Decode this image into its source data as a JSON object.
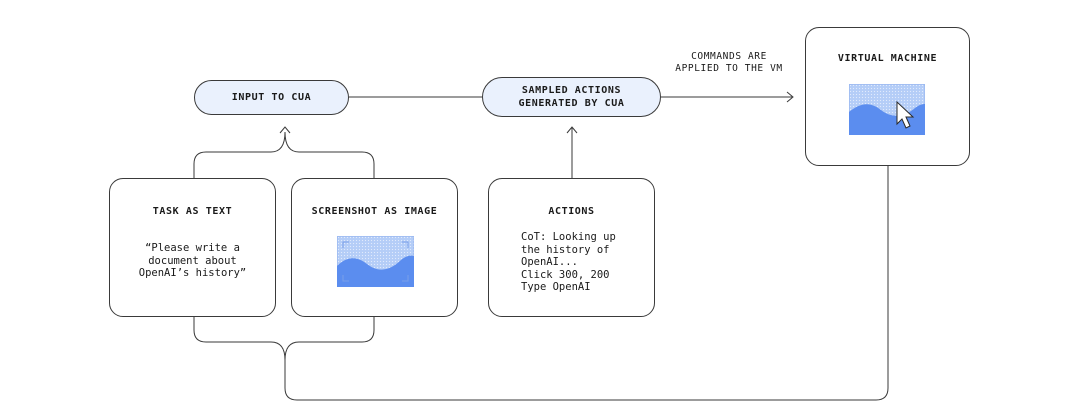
{
  "nodes": {
    "input": {
      "label": "INPUT TO CUA"
    },
    "sampled": {
      "label_line1": "SAMPLED ACTIONS",
      "label_line2": "GENERATED BY CUA"
    },
    "vm": {
      "title": "VIRTUAL MACHINE"
    },
    "task": {
      "title": "TASK AS TEXT",
      "body": "“Please write a\ndocument about\nOpenAI’s history”"
    },
    "screenshot": {
      "title": "SCREENSHOT AS IMAGE"
    },
    "actions": {
      "title": "ACTIONS",
      "body": "CoT: Looking up\nthe history of\nOpenAI...\nClick 300, 200\nType OpenAI"
    }
  },
  "edges": {
    "commands_label_line1": "COMMANDS ARE",
    "commands_label_line2": "APPLIED TO THE VM"
  },
  "colors": {
    "pill_fill": "#eaf1fd",
    "image_fill": "#a9c4f5",
    "image_wave": "#5b8def",
    "stroke": "#3a3a3a"
  },
  "icons": {
    "screenshot": "image-thumbnail-icon",
    "vm": "cursor-window-icon"
  }
}
